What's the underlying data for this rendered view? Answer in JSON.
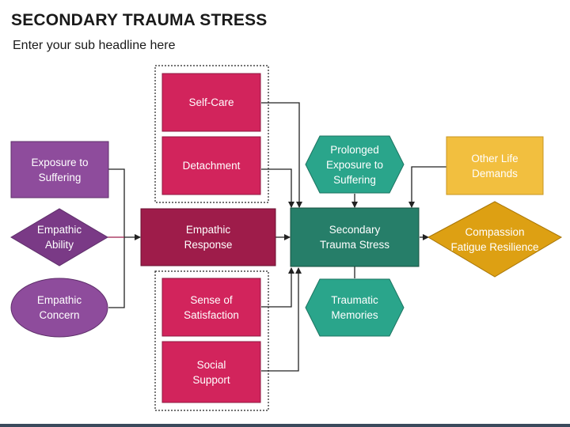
{
  "header": {
    "title": "SECONDARY TRAUMA STRESS",
    "subtitle": "Enter your sub headline here"
  },
  "nodes": {
    "exposure": "Exposure to\nSuffering",
    "ability": "Empathic\nAbility",
    "concern": "Empathic\nConcern",
    "response": "Empathic\nResponse",
    "selfcare": "Self-Care",
    "detachment": "Detachment",
    "satisfaction": "Sense of\nSatisfaction",
    "social": "Social\nSupport",
    "sts": "Secondary\nTrauma Stress",
    "prolonged": "Prolonged\nExposure to\nSuffering",
    "memories": "Traumatic\nMemories",
    "otherlife": "Other Life\nDemands",
    "compassion": "Compassion\nFatigue Resilience"
  },
  "colors": {
    "purple": "#8e4c9c",
    "maroon": "#9e1c4a",
    "crimson": "#d2245c",
    "teal": "#267e69",
    "teal_light": "#2aa58b",
    "gold": "#f2bf3f",
    "gold_dark": "#dda013"
  }
}
